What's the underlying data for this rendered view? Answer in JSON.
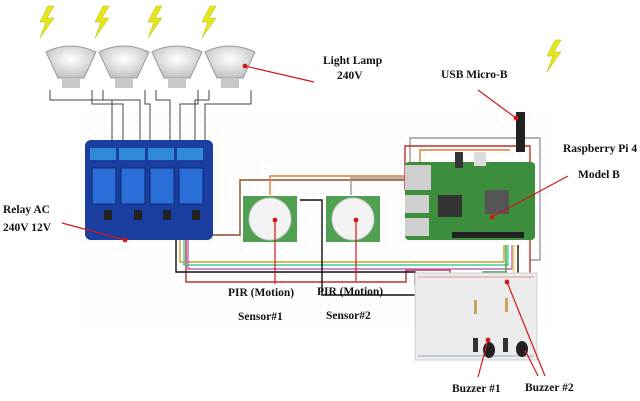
{
  "labels": {
    "lamp_line1": "Light Lamp",
    "lamp_line2": "240V",
    "usb": "USB Micro-B",
    "pi_line1": "Raspberry Pi 4",
    "pi_line2": "Model B",
    "relay_line1": "Relay AC",
    "relay_line2": "240V 12V",
    "pir1_line1": "PIR (Motion)",
    "pir1_line2": "Sensor#1",
    "pir2_line1": "PIR (Motion)",
    "pir2_line2": "Sensor#2",
    "buzzer1": "Buzzer #1",
    "buzzer2": "Buzzer #2"
  },
  "colors": {
    "relay_board": "#1a3fa0",
    "pi_board": "#3c8d3c",
    "annotation_arrow": "#d01818",
    "lightning": "#e8e81a"
  }
}
